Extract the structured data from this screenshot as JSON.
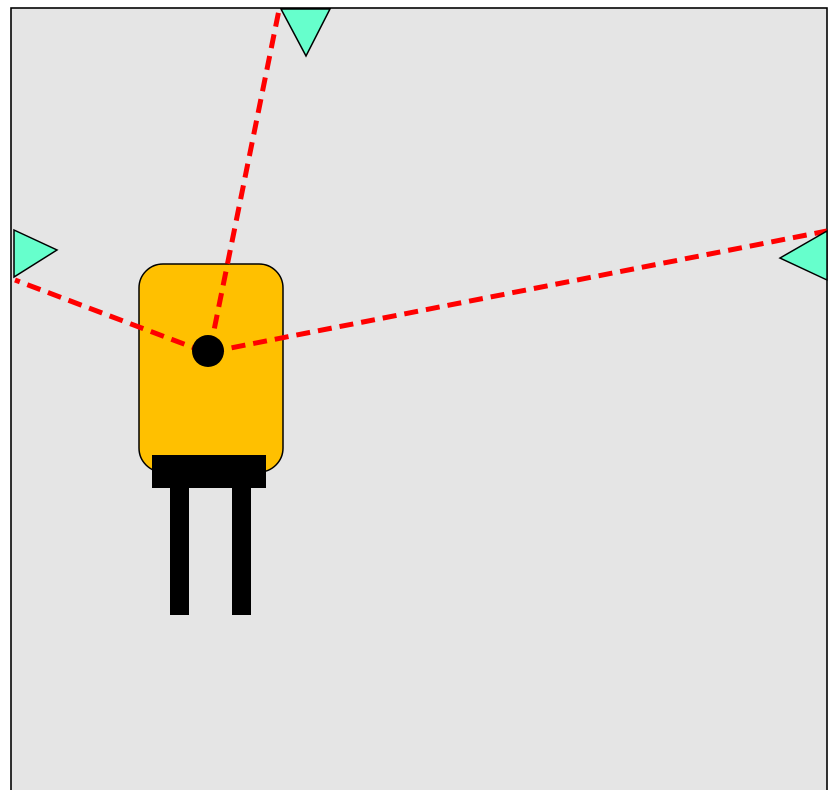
{
  "colors": {
    "page_background": "#ffffff",
    "field_fill": "#e5e5e5",
    "field_border": "#000000",
    "robot_body": "#ffc000",
    "robot_wheels": "#000000",
    "robot_center": "#000000",
    "beacon_fill": "#66ffcc",
    "bearing_line": "#ff0000"
  },
  "diagram": {
    "field": {
      "label": ""
    },
    "robot": {
      "body": {
        "label": ""
      },
      "center": {
        "label": ""
      },
      "wheels": {
        "label": ""
      }
    },
    "beacons": [
      {
        "id": "beacon-top",
        "label": ""
      },
      {
        "id": "beacon-left",
        "label": ""
      },
      {
        "id": "beacon-right",
        "label": ""
      }
    ],
    "bearing_lines": [
      {
        "to": "beacon-top",
        "style": "dashed"
      },
      {
        "to": "beacon-left",
        "style": "dashed"
      },
      {
        "to": "beacon-right",
        "style": "dashed"
      }
    ]
  }
}
